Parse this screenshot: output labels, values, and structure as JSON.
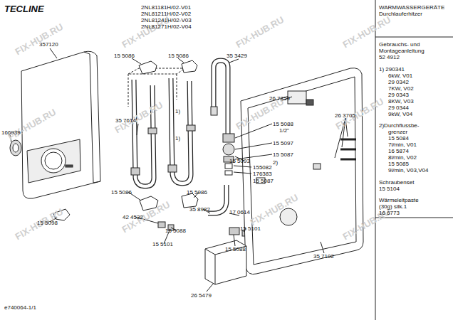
{
  "diagram": {
    "title": "TECLINE",
    "labels": [
      "2NL81181H/02-V01",
      "2NL81211H/02-V02",
      "2NL81241H/02-V03",
      "2NL81271H/02-V04",
      "WARMWASSERGERÄTE",
      "Durchlauferhitzer",
      "Gebrauchs- und",
      "Montageanleitung",
      "52 4912",
      "1) 290341",
      "6kW, V01",
      "29 0342",
      "7KW, V02",
      "29 0343",
      "8KW, V03",
      "29 0344",
      "9kW, V04",
      "2)Durchflussbe-",
      "grenzer",
      "15 5084",
      "7l/min, V01",
      "16 5874",
      "8l/min, V02",
      "15 5085",
      "9l/min, V03,V04",
      "Schraubenset",
      "15 5104",
      "Wärmeleitpaste",
      "(30g) silk.1",
      "16 6773",
      "357120",
      "15 5086",
      "15 5086",
      "35 3429",
      "26 7859",
      "166939",
      "35 7614",
      "1)",
      "1)",
      "15 5088",
      "1/2\"",
      "15 5097",
      "15 5087",
      "2)",
      "15 5093",
      "155082",
      "176383",
      "15 5087",
      "26 3705",
      "15 5086",
      "15 5086",
      "35 8982",
      "17 0614",
      "42 4532",
      "15 5098",
      "15 5088",
      "15 5101",
      "15 5101",
      "15 5088",
      "35 7102",
      "26 5479",
      "e740064-1/1",
      "FIX-HUB.RU",
      "FIX-HUB.RU",
      "FIX-HUB.RU",
      "FIX-HUB.RU",
      "FIX-HUB.RU",
      "FIX-HUB.RU",
      "FIX-HUB.RU",
      "FIX-HUB.RU",
      "FIX-HUB.RU",
      "FIX-HUB.RU",
      "FIX-HUB.RU",
      "FIX-HUB.RU"
    ]
  }
}
